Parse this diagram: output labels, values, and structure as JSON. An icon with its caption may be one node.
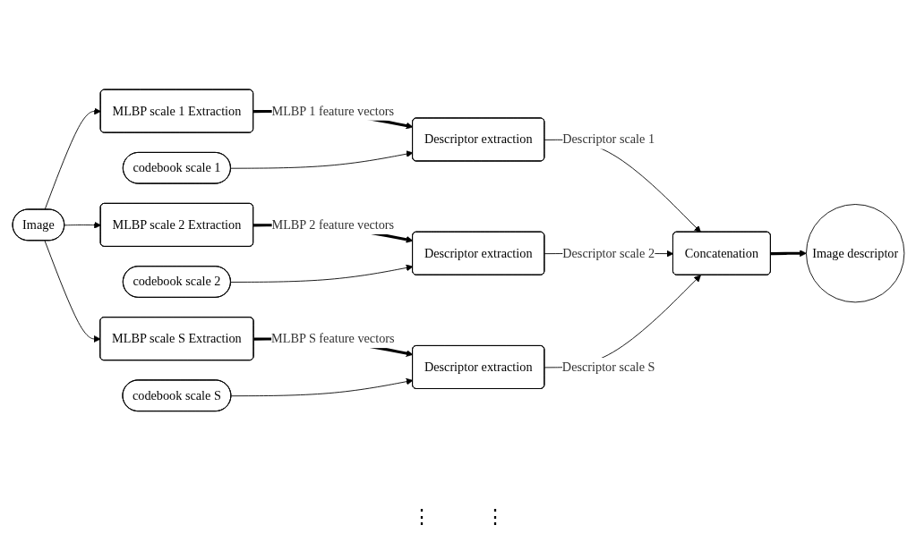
{
  "diagram": {
    "nodes": [
      {
        "text": [
          "Image"
        ]
      },
      {
        "text": [
          "MLBP scale 1 Extraction"
        ]
      },
      {
        "text": [
          "MLBP scale 2 Extraction"
        ]
      },
      {
        "text": [
          "MLBP scale S Extraction"
        ]
      },
      {
        "text": [
          "codebook scale 1"
        ]
      },
      {
        "text": [
          "Descriptor extraction"
        ]
      },
      {
        "text": [
          "codebook scale 2"
        ]
      },
      {
        "text": [
          "Descriptor extraction"
        ]
      },
      {
        "text": [
          "codebook scale S"
        ]
      },
      {
        "text": [
          "Descriptor extraction"
        ]
      },
      {
        "text": [
          "Concatenation"
        ]
      },
      {
        "text": [
          "Image descriptor"
        ]
      }
    ],
    "edges": [
      {
        "from": 0,
        "to": 1,
        "arrow": "to"
      },
      {
        "from": 0,
        "to": 2,
        "arrow": "to"
      },
      {
        "from": 0,
        "to": 3,
        "arrow": "to"
      },
      {
        "from": 1,
        "to": 5,
        "arrow": "to",
        "label": "MLBP 1 feature vectors",
        "style": "thick"
      },
      {
        "from": 4,
        "to": 5,
        "arrow": "to"
      },
      {
        "from": 2,
        "to": 7,
        "arrow": "to",
        "label": "MLBP 2 feature vectors",
        "style": "thick"
      },
      {
        "from": 6,
        "to": 7,
        "arrow": "to"
      },
      {
        "from": 3,
        "to": 9,
        "arrow": "to",
        "label": "MLBP S feature vectors",
        "style": "thick"
      },
      {
        "from": 8,
        "to": 9,
        "arrow": "to"
      },
      {
        "from": 5,
        "to": 10,
        "arrow": "to",
        "label": "Descriptor scale 1"
      },
      {
        "from": 7,
        "to": 10,
        "arrow": "to",
        "label": "Descriptor scale 2"
      },
      {
        "from": 9,
        "to": 10,
        "arrow": "to",
        "label": "Descriptor scale S"
      },
      {
        "from": 10,
        "to": 11,
        "arrow": "to",
        "style": "thick"
      }
    ],
    "labels": [
      "⋮",
      "⋮"
    ]
  }
}
